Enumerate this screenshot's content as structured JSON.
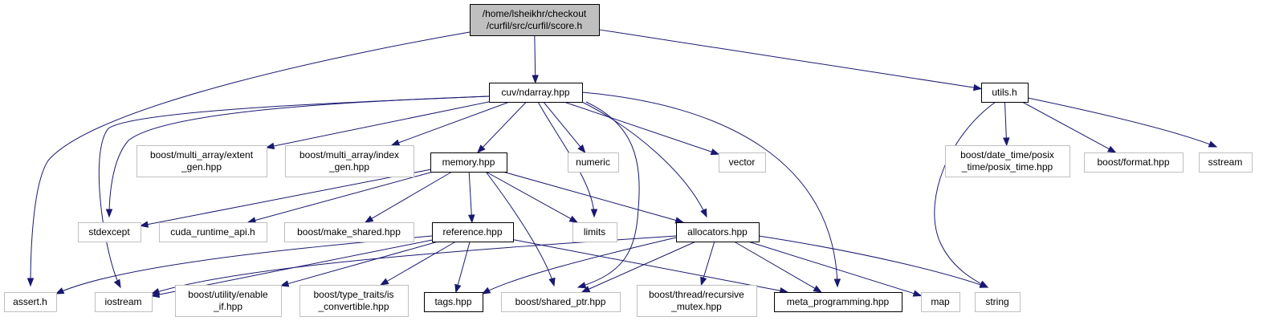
{
  "diagram": {
    "colors": {
      "edge": "#191970",
      "root_fill": "#bfbfbf",
      "root_stroke": "#000000",
      "doc_stroke": "#000000",
      "ext_stroke": "#bfbfbf",
      "node_fill": "#ffffff"
    },
    "nodes": [
      {
        "id": "score",
        "kind": "root",
        "lines": [
          "/home/lsheikhr/checkout",
          "/curfil/src/curfil/score.h"
        ]
      },
      {
        "id": "ndarray",
        "kind": "doc",
        "lines": [
          "cuv/ndarray.hpp"
        ]
      },
      {
        "id": "utils",
        "kind": "doc",
        "lines": [
          "utils.h"
        ]
      },
      {
        "id": "extent",
        "kind": "ext",
        "lines": [
          "boost/multi_array/extent",
          "_gen.hpp"
        ]
      },
      {
        "id": "index",
        "kind": "ext",
        "lines": [
          "boost/multi_array/index",
          "_gen.hpp"
        ]
      },
      {
        "id": "memory",
        "kind": "doc",
        "lines": [
          "memory.hpp"
        ]
      },
      {
        "id": "numeric",
        "kind": "ext",
        "lines": [
          "numeric"
        ]
      },
      {
        "id": "vector",
        "kind": "ext",
        "lines": [
          "vector"
        ]
      },
      {
        "id": "posix",
        "kind": "ext",
        "lines": [
          "boost/date_time/posix",
          "_time/posix_time.hpp"
        ]
      },
      {
        "id": "format",
        "kind": "ext",
        "lines": [
          "boost/format.hpp"
        ]
      },
      {
        "id": "sstream",
        "kind": "ext",
        "lines": [
          "sstream"
        ]
      },
      {
        "id": "stdexcept",
        "kind": "ext",
        "lines": [
          "stdexcept"
        ]
      },
      {
        "id": "cuda",
        "kind": "ext",
        "lines": [
          "cuda_runtime_api.h"
        ]
      },
      {
        "id": "makeshared",
        "kind": "ext",
        "lines": [
          "boost/make_shared.hpp"
        ]
      },
      {
        "id": "reference",
        "kind": "doc",
        "lines": [
          "reference.hpp"
        ]
      },
      {
        "id": "limits",
        "kind": "ext",
        "lines": [
          "limits"
        ]
      },
      {
        "id": "allocators",
        "kind": "doc",
        "lines": [
          "allocators.hpp"
        ]
      },
      {
        "id": "assert",
        "kind": "ext",
        "lines": [
          "assert.h"
        ]
      },
      {
        "id": "iostream",
        "kind": "ext",
        "lines": [
          "iostream"
        ]
      },
      {
        "id": "enableif",
        "kind": "ext",
        "lines": [
          "boost/utility/enable",
          "_if.hpp"
        ]
      },
      {
        "id": "isconv",
        "kind": "ext",
        "lines": [
          "boost/type_traits/is",
          "_convertible.hpp"
        ]
      },
      {
        "id": "tags",
        "kind": "doc",
        "lines": [
          "tags.hpp"
        ]
      },
      {
        "id": "sharedptr",
        "kind": "ext",
        "lines": [
          "boost/shared_ptr.hpp"
        ]
      },
      {
        "id": "recmutex",
        "kind": "ext",
        "lines": [
          "boost/thread/recursive",
          "_mutex.hpp"
        ]
      },
      {
        "id": "metaprog",
        "kind": "doc",
        "lines": [
          "meta_programming.hpp"
        ]
      },
      {
        "id": "map",
        "kind": "ext",
        "lines": [
          "map"
        ]
      },
      {
        "id": "string",
        "kind": "ext",
        "lines": [
          "string"
        ]
      }
    ],
    "edges": [
      [
        "score",
        "assert"
      ],
      [
        "score",
        "ndarray"
      ],
      [
        "score",
        "utils"
      ],
      [
        "ndarray",
        "stdexcept"
      ],
      [
        "ndarray",
        "iostream"
      ],
      [
        "ndarray",
        "extent"
      ],
      [
        "ndarray",
        "index"
      ],
      [
        "ndarray",
        "memory"
      ],
      [
        "ndarray",
        "limits"
      ],
      [
        "ndarray",
        "numeric"
      ],
      [
        "ndarray",
        "sharedptr"
      ],
      [
        "ndarray",
        "allocators"
      ],
      [
        "ndarray",
        "vector"
      ],
      [
        "ndarray",
        "metaprog"
      ],
      [
        "memory",
        "stdexcept"
      ],
      [
        "memory",
        "cuda"
      ],
      [
        "memory",
        "makeshared"
      ],
      [
        "memory",
        "reference"
      ],
      [
        "memory",
        "sharedptr"
      ],
      [
        "memory",
        "limits"
      ],
      [
        "memory",
        "allocators"
      ],
      [
        "reference",
        "assert"
      ],
      [
        "reference",
        "iostream"
      ],
      [
        "reference",
        "enableif"
      ],
      [
        "reference",
        "isconv"
      ],
      [
        "reference",
        "tags"
      ],
      [
        "reference",
        "metaprog"
      ],
      [
        "allocators",
        "iostream"
      ],
      [
        "allocators",
        "tags"
      ],
      [
        "allocators",
        "sharedptr"
      ],
      [
        "allocators",
        "recmutex"
      ],
      [
        "allocators",
        "metaprog"
      ],
      [
        "allocators",
        "map"
      ],
      [
        "allocators",
        "string"
      ],
      [
        "utils",
        "string"
      ],
      [
        "utils",
        "posix"
      ],
      [
        "utils",
        "format"
      ],
      [
        "utils",
        "sstream"
      ]
    ]
  }
}
